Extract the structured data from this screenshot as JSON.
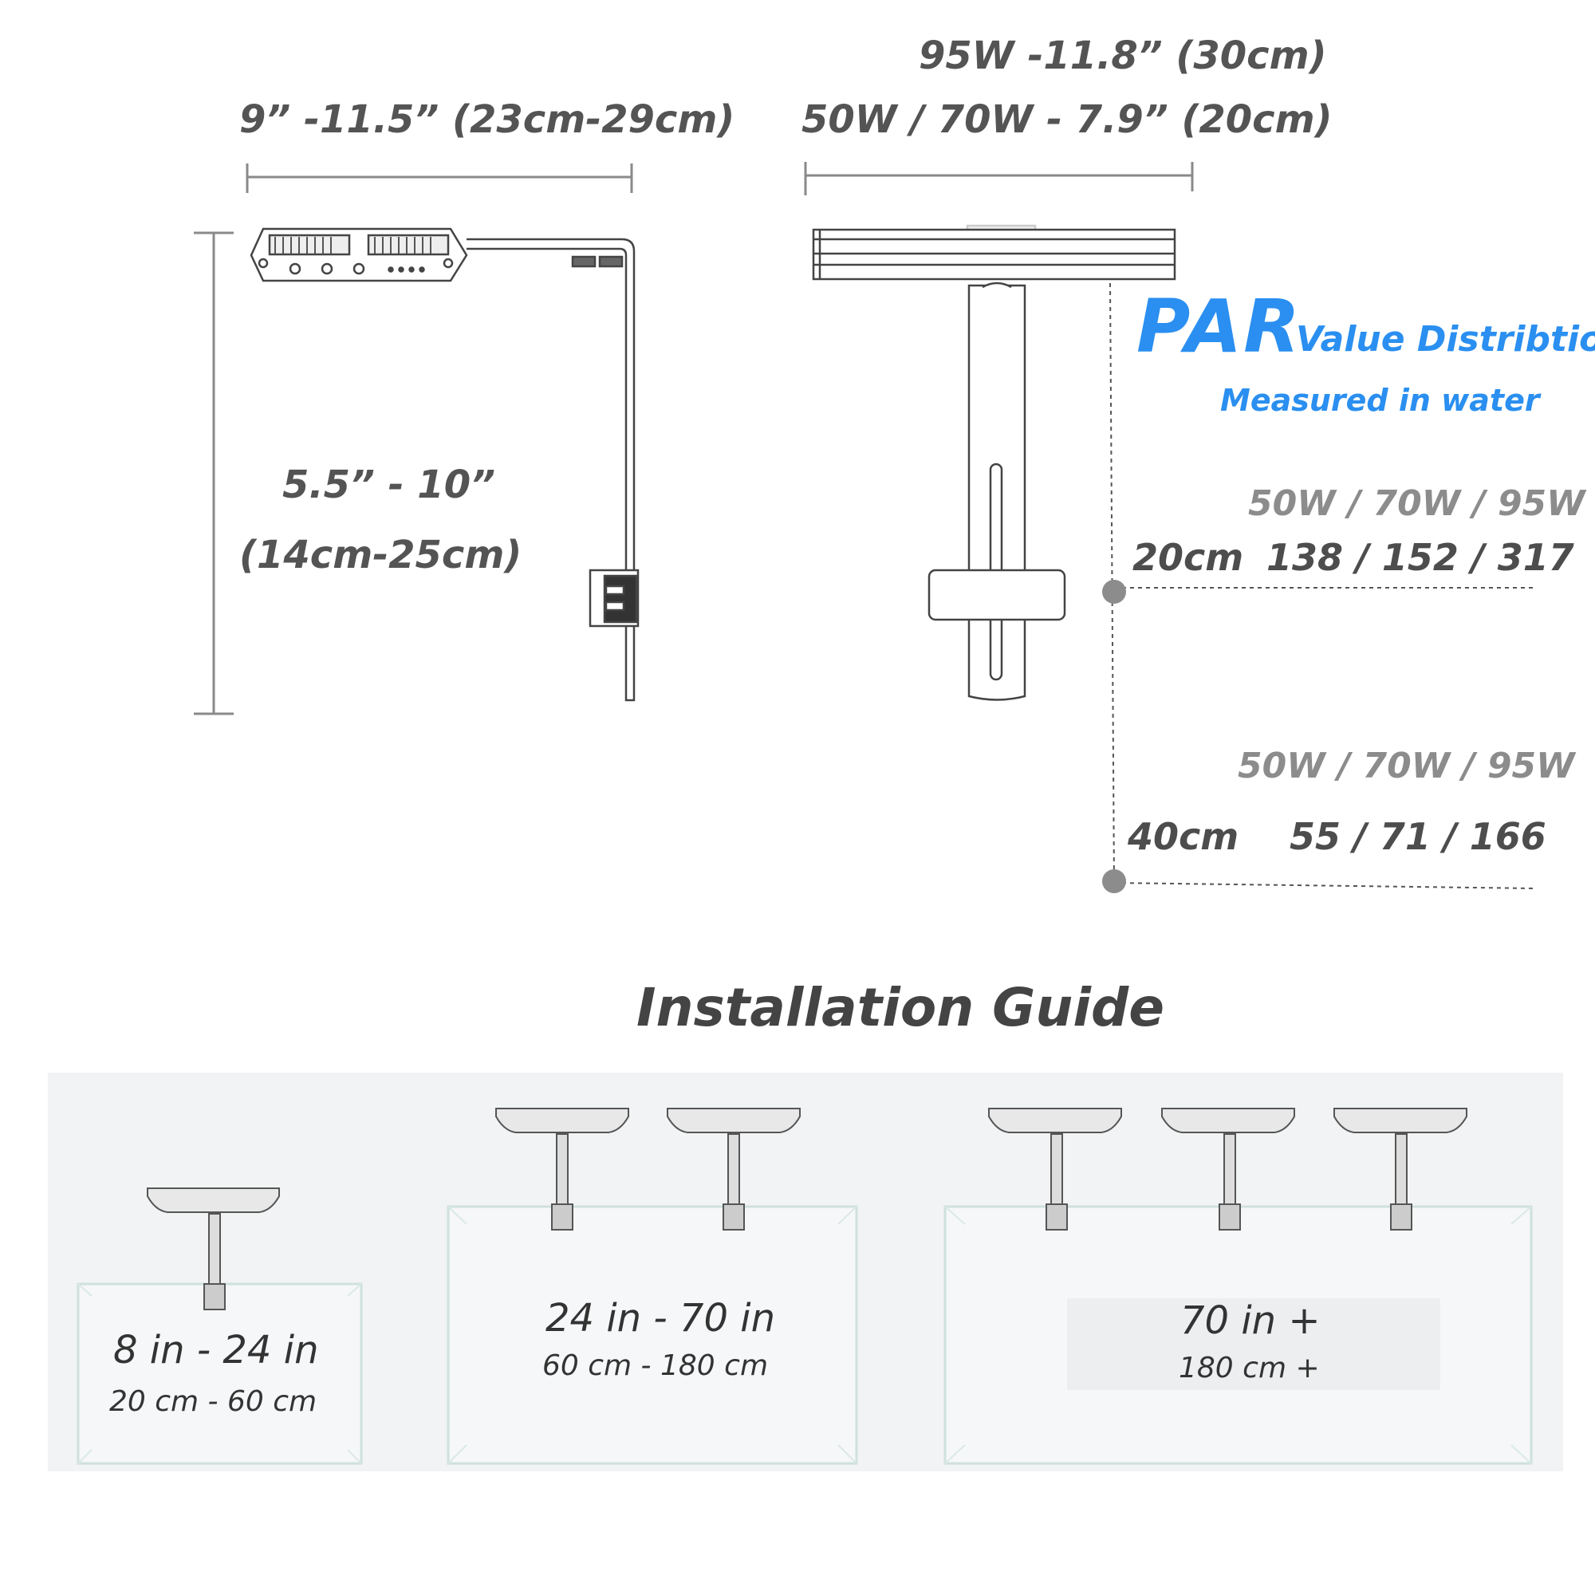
{
  "dimensions": {
    "length_95w": "95W -11.8” (30cm)",
    "length_50_70w": "50W / 70W - 7.9” (20cm)",
    "arm_width": "9” -11.5” (23cm-29cm)",
    "height_in": "5.5” - 10”",
    "height_cm": "(14cm-25cm)"
  },
  "par": {
    "title": "PAR",
    "subtitle": "Value Distribtion",
    "note": "Measured in water",
    "rows": [
      {
        "watt_header": "50W /  70W  / 95W",
        "depth": "20cm",
        "values": "138 / 152 / 317"
      },
      {
        "watt_header": "50W  / 70W / 95W",
        "depth": "40cm",
        "values": "55 / 71 /  166"
      }
    ]
  },
  "installation": {
    "title": "Installation Guide",
    "tanks": [
      {
        "range_in": "8 in  -  24 in",
        "range_cm": "20 cm  -  60 cm",
        "lights": 1
      },
      {
        "range_in": "24  in - 70 in",
        "range_cm": "60 cm  - 180 cm",
        "lights": 2
      },
      {
        "range_in": "70 in +",
        "range_cm": "180 cm +",
        "lights": 3
      }
    ]
  },
  "colors": {
    "accent": "#2a8ff0",
    "dimension_text": "#545454",
    "watt_gray": "#8c8c8c",
    "line": "#8a8a8a"
  }
}
